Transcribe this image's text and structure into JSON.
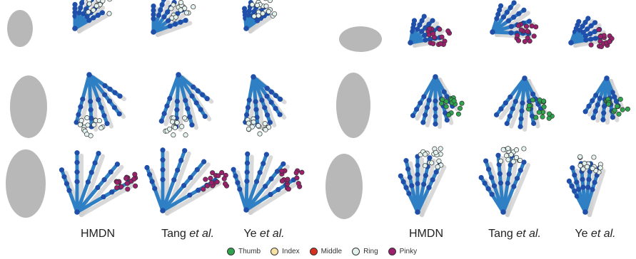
{
  "columns": {
    "left": [
      {
        "main": "HMDN",
        "em": ""
      },
      {
        "main": "Tang ",
        "em": "et al."
      },
      {
        "main": "Ye ",
        "em": "et al."
      }
    ],
    "right": [
      {
        "main": "HMDN",
        "em": ""
      },
      {
        "main": "Tang ",
        "em": "et al."
      },
      {
        "main": "Ye ",
        "em": "et al."
      }
    ]
  },
  "legend": [
    {
      "label": "Thumb",
      "color": "#2ea44f"
    },
    {
      "label": "Index",
      "color": "#f7e3a6"
    },
    {
      "label": "Middle",
      "color": "#d7301f"
    },
    {
      "label": "Ring",
      "color": "#e3f2ef"
    },
    {
      "label": "Pinky",
      "color": "#9c1f6e"
    }
  ],
  "colors": {
    "skeleton": "#2e7fc4",
    "joint": "#1f4fa8",
    "ground_truth": "#cfcfcf",
    "depth_image": "#9a9a9a"
  }
}
